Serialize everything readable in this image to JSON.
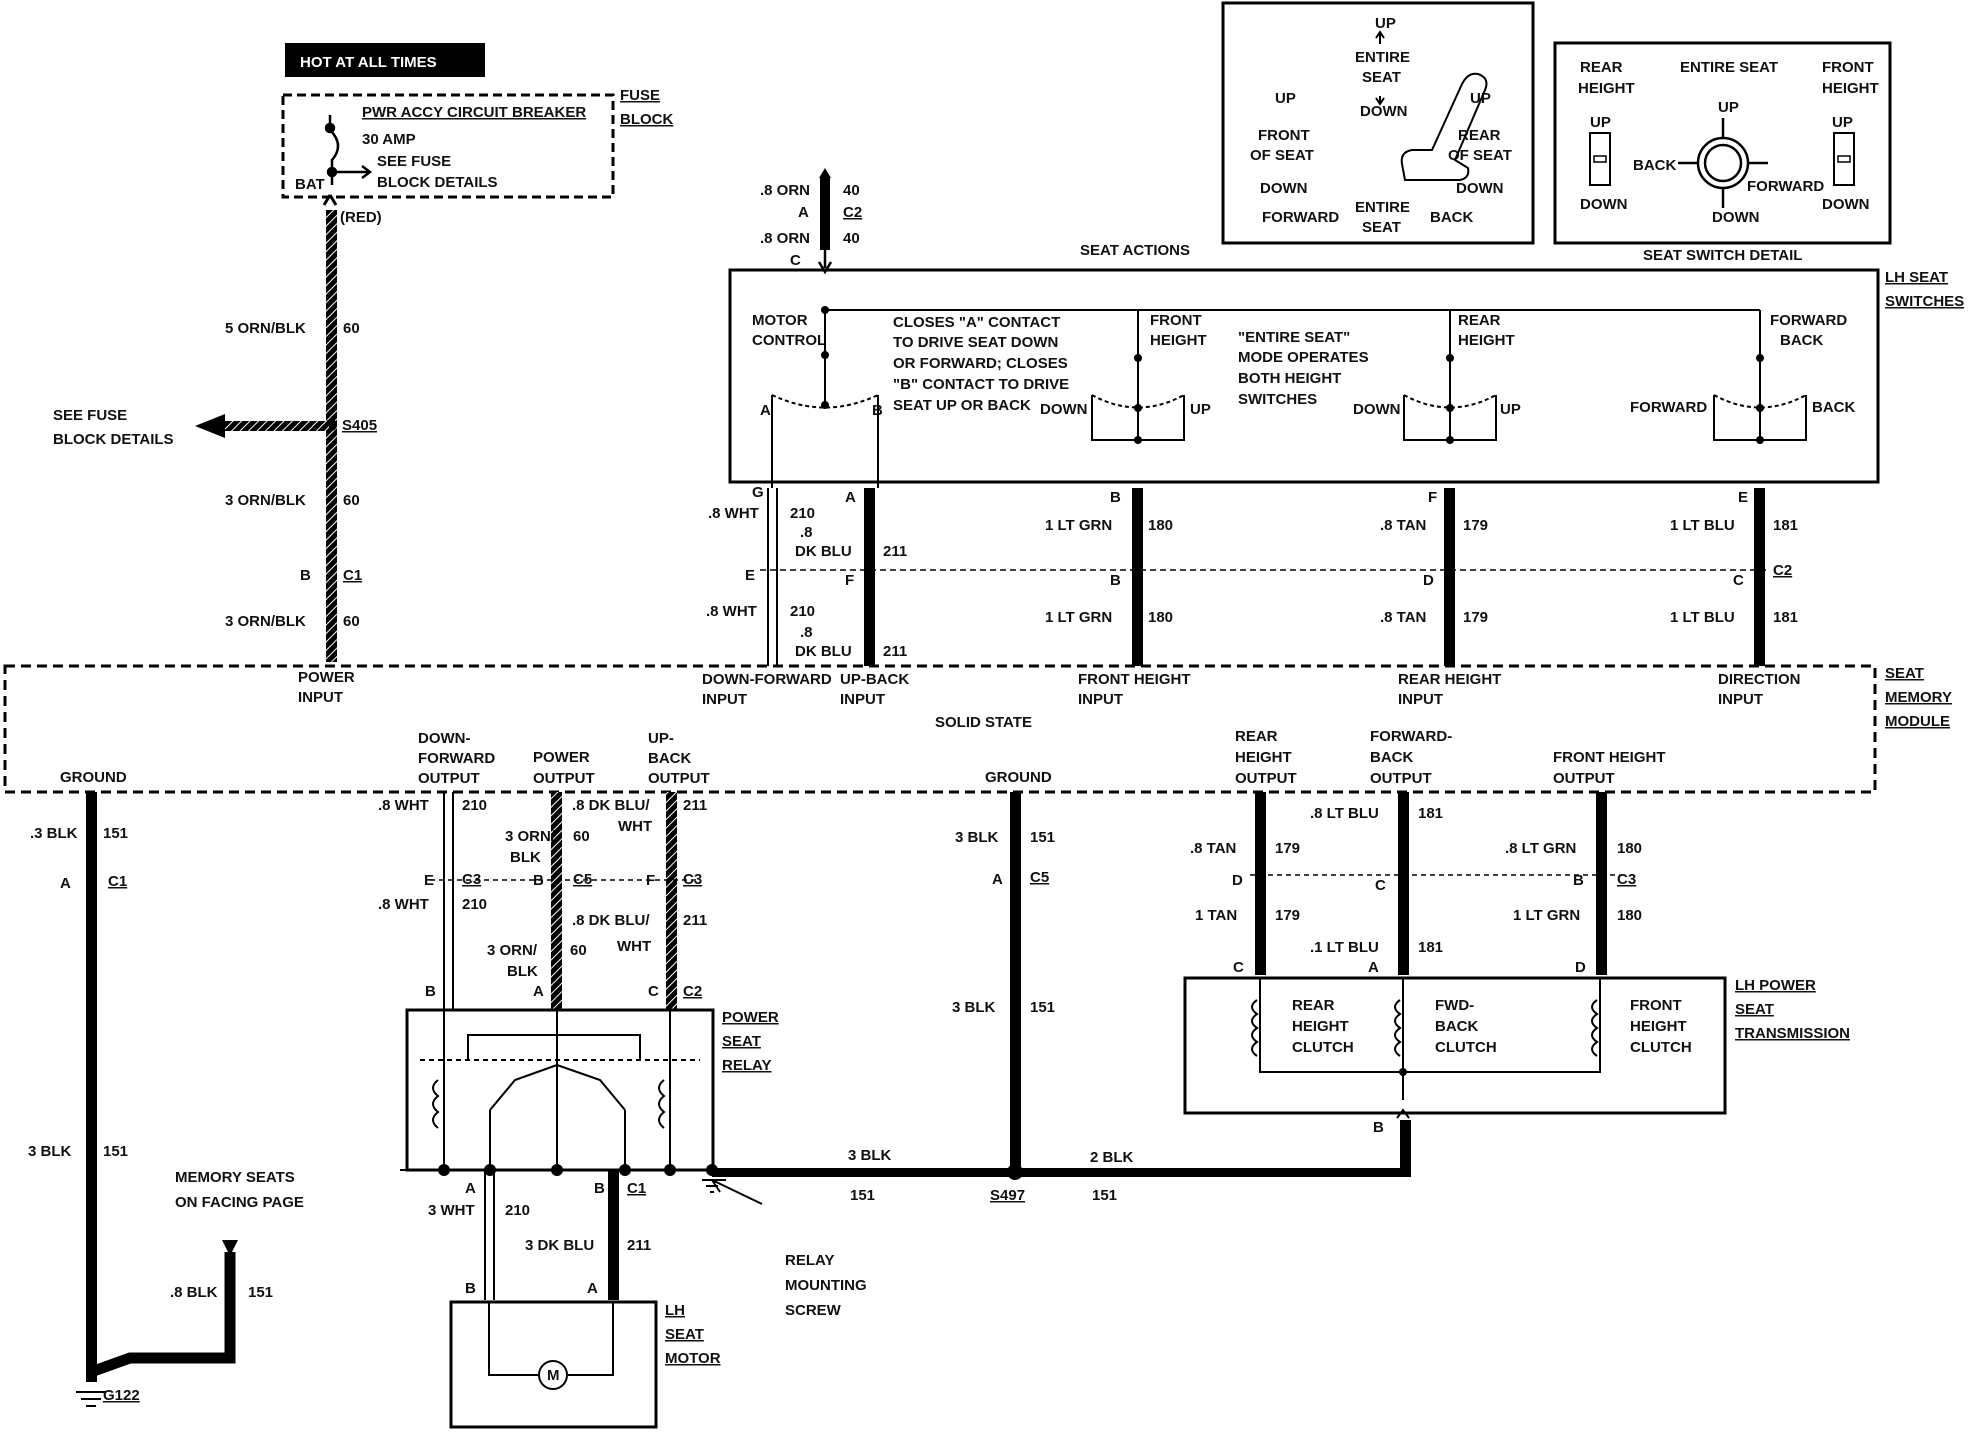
{
  "power": {
    "hot": "HOT AT ALL TIMES",
    "breaker": "PWR ACCY CIRCUIT BREAKER",
    "amp": "30 AMP",
    "see_fuse_1": "SEE FUSE",
    "see_fuse_2": "BLOCK DETAILS",
    "bat": "BAT",
    "fuse_1": "FUSE",
    "fuse_2": "BLOCK",
    "red": "(RED)",
    "w1_size": "5 ORN/BLK",
    "w1_num": "60",
    "splice": "S405",
    "see_fuse_left_1": "SEE FUSE",
    "see_fuse_left_2": "BLOCK DETAILS",
    "w2_size": "3 ORN/BLK",
    "w2_num": "60",
    "conn_pin": "B",
    "conn": "C1",
    "w3_size": "3 ORN/BLK",
    "w3_num": "60"
  },
  "seat_actions": {
    "up": "UP",
    "entire": "ENTIRE",
    "seat": "SEAT",
    "down": "DOWN",
    "front": "FRONT",
    "of_seat": "OF SEAT",
    "rear": "REAR",
    "forward": "FORWARD",
    "back": "BACK",
    "caption": "SEAT ACTIONS"
  },
  "seat_switch": {
    "rear": "REAR",
    "height": "HEIGHT",
    "entire_seat": "ENTIRE SEAT",
    "front": "FRONT",
    "up": "UP",
    "down": "DOWN",
    "back": "BACK",
    "forward": "FORWARD",
    "caption": "SEAT SWITCH DETAIL"
  },
  "top_feed": {
    "w1": ".8 ORN",
    "n1": "40",
    "pin_a": "A",
    "conn": "C2",
    "w2": ".8 ORN",
    "n2": "40",
    "pin_c": "C"
  },
  "switches": {
    "title_1": "LH SEAT",
    "title_2": "SWITCHES",
    "motor": "MOTOR",
    "control": "CONTROL",
    "note_1": "CLOSES \"A\" CONTACT",
    "note_2": "TO DRIVE SEAT DOWN",
    "note_3": "OR FORWARD; CLOSES",
    "note_4": "\"B\" CONTACT TO DRIVE",
    "note_5": "SEAT UP OR BACK",
    "a": "A",
    "b": "B",
    "front": "FRONT",
    "height": "HEIGHT",
    "down": "DOWN",
    "up": "UP",
    "entire_1": "\"ENTIRE SEAT\"",
    "entire_2": "MODE OPERATES",
    "entire_3": "BOTH HEIGHT",
    "entire_4": "SWITCHES",
    "rear": "REAR",
    "forward": "FORWARD",
    "back": "BACK"
  },
  "sw_wires": {
    "g": "G",
    "g_w": ".8 WHT",
    "g_n": "210",
    "a": "A",
    "a_w1": ".8",
    "a_w2": "DK BLU",
    "a_n": "211",
    "b": "B",
    "b_w": "1 LT GRN",
    "b_n": "180",
    "f": "F",
    "f_w": ".8 TAN",
    "f_n": "179",
    "e": "E",
    "e_w": "1 LT BLU",
    "e_n": "181",
    "c2": "C2",
    "e2": "E",
    "e2_w": ".8 WHT",
    "e2_n": "210",
    "f2": "F",
    "f2_w1": ".8",
    "f2_w2": "DK BLU",
    "f2_n": "211",
    "b2": "B",
    "b2_w": "1 LT GRN",
    "b2_n": "180",
    "d2": "D",
    "d2_w": ".8 TAN",
    "d2_n": "179",
    "c2p": "C",
    "c2_w": "1 LT BLU",
    "c2_n": "181"
  },
  "module": {
    "title_1": "SEAT",
    "title_2": "MEMORY",
    "title_3": "MODULE",
    "power_input_1": "POWER",
    "power_input_2": "INPUT",
    "df_in_1": "DOWN-FORWARD",
    "df_in_2": "INPUT",
    "ub_in_1": "UP-BACK",
    "ub_in_2": "INPUT",
    "fh_in_1": "FRONT HEIGHT",
    "fh_in_2": "INPUT",
    "rh_in_1": "REAR HEIGHT",
    "rh_in_2": "INPUT",
    "dir_in_1": "DIRECTION",
    "dir_in_2": "INPUT",
    "solid": "SOLID STATE",
    "ground": "GROUND",
    "df_out_1": "DOWN-",
    "df_out_2": "FORWARD",
    "df_out_3": "OUTPUT",
    "pw_out_1": "POWER",
    "pw_out_2": "OUTPUT",
    "ub_out_1": "UP-",
    "ub_out_2": "BACK",
    "ub_out_3": "OUTPUT",
    "ground2": "GROUND",
    "rh_out_1": "REAR",
    "rh_out_2": "HEIGHT",
    "rh_out_3": "OUTPUT",
    "fb_out_1": "FORWARD-",
    "fb_out_2": "BACK",
    "fb_out_3": "OUTPUT",
    "fh_out_1": "FRONT HEIGHT",
    "fh_out_2": "OUTPUT"
  },
  "lower": {
    "g_w": ".3 BLK",
    "g_n": "151",
    "g_pin": "A",
    "g_conn": "C1",
    "g_w2": "3 BLK",
    "g_n2": "151",
    "mem_1": "MEMORY SEATS",
    "mem_2": "ON FACING PAGE",
    "mem_w": ".8 BLK",
    "mem_n": "151",
    "g122": "G122",
    "df_w": ".8 WHT",
    "df_n": "210",
    "pw_w1": "3 ORN/",
    "pw_w2": "BLK",
    "pw_n": "60",
    "ub_w1": ".8 DK BLU/",
    "ub_w2": "WHT",
    "ub_n": "211",
    "c3_e": "E",
    "c3": "C3",
    "c5_b": "B",
    "c5": "C5",
    "c3_f": "F",
    "c3b": "C3",
    "df_w2": ".8 WHT",
    "df_n2": "210",
    "pw2_w1": "3 ORN/",
    "pw2_w2": "BLK",
    "pw2_n": "60",
    "ub2_w1": ".8 DK BLU/",
    "ub2_w2": "WHT",
    "ub2_n": "211",
    "r_b": "B",
    "r_a": "A",
    "r_c": "C",
    "r_c2": "C2",
    "relay_1": "POWER",
    "relay_2": "SEAT",
    "relay_3": "RELAY",
    "m_a": "A",
    "m_w": "3 WHT",
    "m_n": "210",
    "m_b": "B",
    "m_c1": "C1",
    "m_w2": "3 DK BLU",
    "m_n2": "211",
    "mb": "B",
    "ma": "A",
    "motor_1": "LH",
    "motor_2": "SEAT",
    "motor_3": "MOTOR",
    "motor_sym": "M",
    "screw_1": "RELAY",
    "screw_2": "MOUNTING",
    "screw_3": "SCREW",
    "gnd_w": "3 BLK",
    "gnd_n": "151",
    "gnd_pin": "A",
    "gnd_conn": "C5",
    "gnd_w2": "3 BLK",
    "gnd_n2": "151",
    "bus_w1": "3 BLK",
    "bus_n1": "151",
    "s497": "S497",
    "bus_w2": "2 BLK",
    "bus_n2": "151",
    "rh_w": ".8 TAN",
    "rh_n": "179",
    "fb_w": ".8 LT BLU",
    "fb_n": "181",
    "fh_w": ".8 LT GRN",
    "fh_n": "180",
    "c3_d": "D",
    "c3_c": "C",
    "c3_b": "B",
    "c3c": "C3",
    "rh_w2": "1 TAN",
    "rh_n2": "179",
    "fb_w2": ".1 LT BLU",
    "fb_n2": "181",
    "fh_w2": "1 LT GRN",
    "fh_n2": "180",
    "t_c": "C",
    "t_a": "A",
    "t_d": "D",
    "t_b": "B",
    "trans_1": "LH POWER",
    "trans_2": "SEAT",
    "trans_3": "TRANSMISSION",
    "rh_cl_1": "REAR",
    "rh_cl_2": "HEIGHT",
    "rh_cl_3": "CLUTCH",
    "fb_cl_1": "FWD-",
    "fb_cl_2": "BACK",
    "fb_cl_3": "CLUTCH",
    "fh_cl_1": "FRONT",
    "fh_cl_2": "HEIGHT",
    "fh_cl_3": "CLUTCH"
  }
}
